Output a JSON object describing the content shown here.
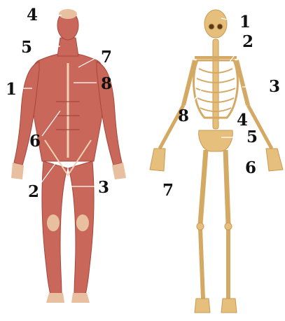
{
  "muscle_figure": {
    "labels": [
      "4",
      "5",
      "7",
      "1",
      "8",
      "6",
      "2",
      "3"
    ]
  },
  "skeleton_figure": {
    "labels": [
      "1",
      "2",
      "3",
      "8",
      "4",
      "5",
      "6",
      "7"
    ]
  },
  "colors": {
    "muscle": "#c9675a",
    "muscle_dark": "#a8463c",
    "skin": "#e8c0a0",
    "bone": "#e6bf7c",
    "bone_dark": "#c89a52",
    "label": "#111111",
    "leader_line": "#ffffff"
  }
}
